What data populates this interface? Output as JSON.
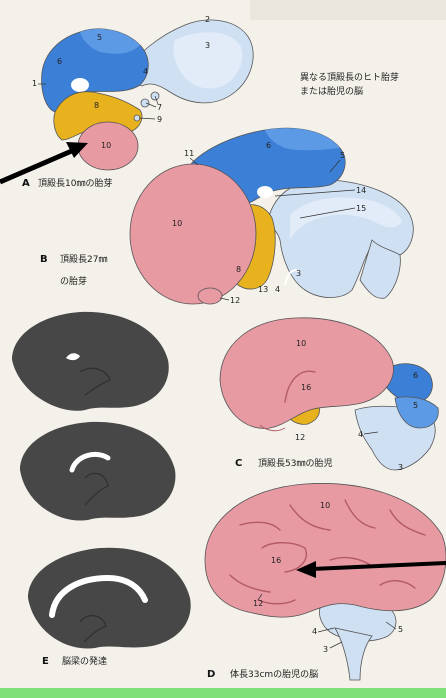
{
  "header_text": "異なる頂殿長のヒト胎芽\nまたは胎児の脳",
  "header_line1": "異なる頂殿長のヒト胎芽",
  "header_line2": "または胎児の脳",
  "figures": {
    "A": {
      "letter": "A",
      "caption": "頂殿長10㎜の胎芽"
    },
    "B": {
      "letter": "B",
      "caption_line1": "頂殿長27㎜",
      "caption_line2": "の胎芽"
    },
    "C": {
      "letter": "C",
      "caption": "頂殿長53㎜の胎児"
    },
    "D": {
      "letter": "D",
      "caption": "体長33cmの胎児の脳"
    },
    "E": {
      "letter": "E",
      "caption": "脳梁の発達"
    }
  },
  "labels": {
    "a_1": "1",
    "a_2": "2",
    "a_3": "3",
    "a_4": "4",
    "a_5": "5",
    "a_6": "6",
    "a_7": "7",
    "a_8": "8",
    "a_9": "9",
    "a_10": "10",
    "b_3": "3",
    "b_4": "4",
    "b_5": "5",
    "b_6": "6",
    "b_8": "8",
    "b_10": "10",
    "b_11": "11",
    "b_12": "12",
    "b_13": "13",
    "b_14": "14",
    "b_15": "15",
    "c_3": "3",
    "c_4": "4",
    "c_5": "5",
    "c_6": "6",
    "c_10": "10",
    "c_12": "12",
    "c_16": "16",
    "d_3": "3",
    "d_4": "4",
    "d_5": "5",
    "d_10": "10",
    "d_12": "12",
    "d_16": "16"
  },
  "colors": {
    "telencephalon": "#e89aa3",
    "diencephalon": "#e8b21e",
    "mesencephalon": "#3b7fd6",
    "rhombencephalon_light": "#cfe0f3",
    "corpus_callosum_section": "#474747",
    "bottom_bar": "#7fe07a"
  }
}
